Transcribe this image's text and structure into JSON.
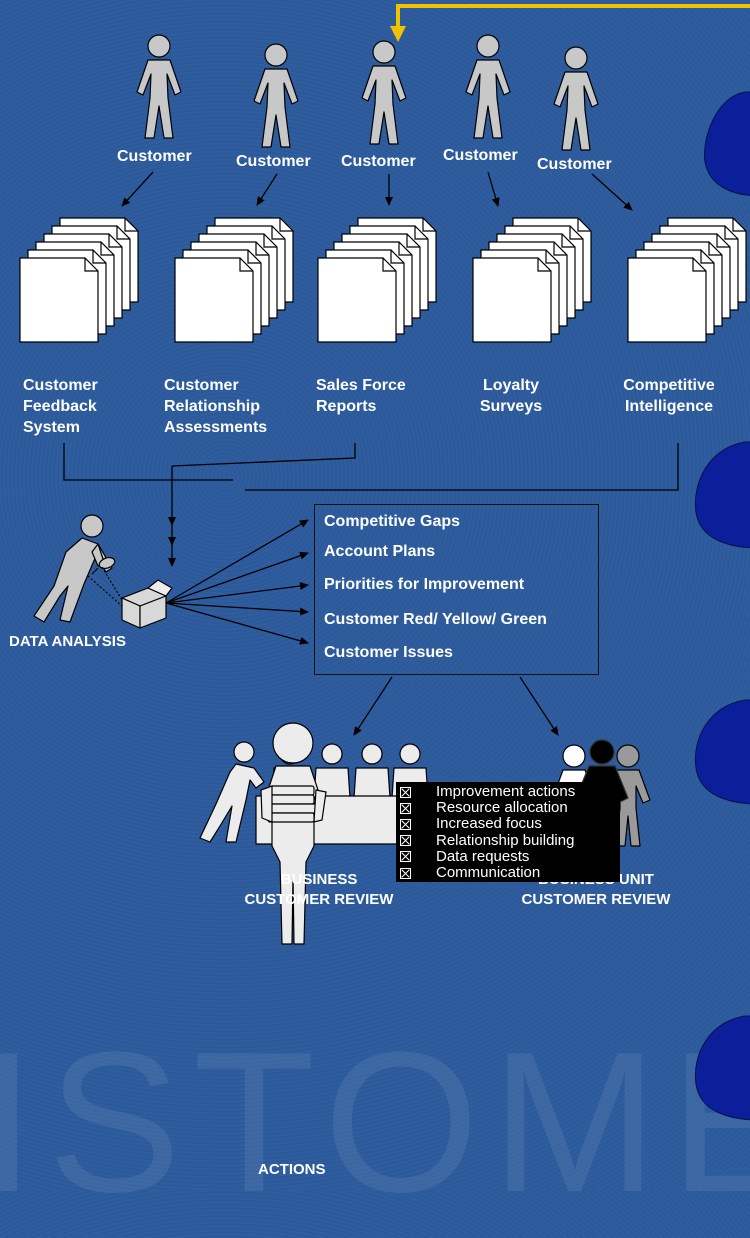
{
  "customers": [
    "Customer",
    "Customer",
    "Customer",
    "Customer",
    "Customer"
  ],
  "sources": [
    "Customer\nFeedback\nSystem",
    "Customer\nRelationship\nAssessments",
    "Sales Force\nReports",
    "Loyalty\nSurveys",
    "Competitive\nIntelligence"
  ],
  "analysis_label": "DATA ANALYSIS",
  "outputs": [
    "Competitive Gaps",
    "Account Plans",
    "Priorities for Improvement",
    "Customer Red/ Yellow/ Green",
    "Customer Issues"
  ],
  "reviews": {
    "business": "BUSINESS\nCUSTOMER REVIEW",
    "business_unit": "BUSINESS UNIT\nCUSTOMER REVIEW"
  },
  "actions_label": "ACTIONS",
  "actions": [
    "Improvement actions",
    "Resource allocation",
    "Increased focus",
    "Relationship building",
    "Data requests",
    "Communication"
  ],
  "watermark": "ISTOME",
  "colors": {
    "background": "#2c5a9c",
    "feedback_arrow": "#f2c200",
    "side_tab": "#0b1f9a",
    "figure_fill": "#c8c8c8",
    "doc_fill": "#ffffff"
  }
}
